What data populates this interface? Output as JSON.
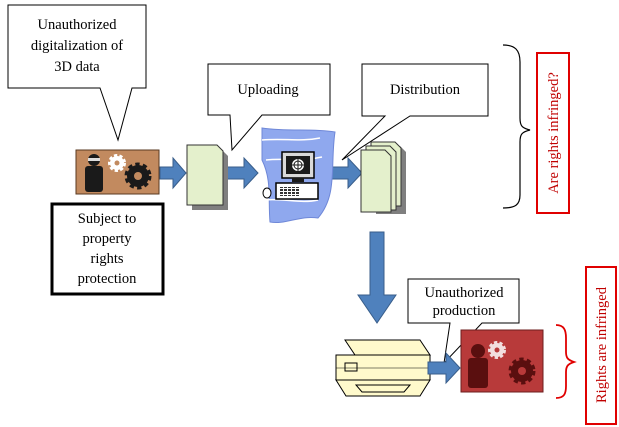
{
  "callouts": {
    "digitalization": [
      "Unauthorized",
      "digitalization of",
      "3D data"
    ],
    "uploading": "Uploading",
    "distribution": "Distribution",
    "production": [
      "Unauthorized",
      "production"
    ]
  },
  "protection_box": [
    "Subject to",
    "property",
    "rights",
    "protection"
  ],
  "labels": {
    "question": "Are rights infringed?",
    "answer": "Rights are infringed"
  },
  "colors": {
    "arrow": "#4f81bd",
    "label_border": "#e00000",
    "label_text": "#c00000",
    "page_fill": "#e4f0cc",
    "printer_fill": "#fffacc",
    "photo_bg": "#c28a5f",
    "photo_bg_red": "#b83a3a"
  },
  "icons": {
    "photo_source": "3d-object-photo-icon",
    "photo_result": "3d-object-photo-icon",
    "document": "document-icon",
    "documents": "document-stack-icon",
    "computer": "computer-upload-icon",
    "printer": "3d-printer-icon"
  }
}
